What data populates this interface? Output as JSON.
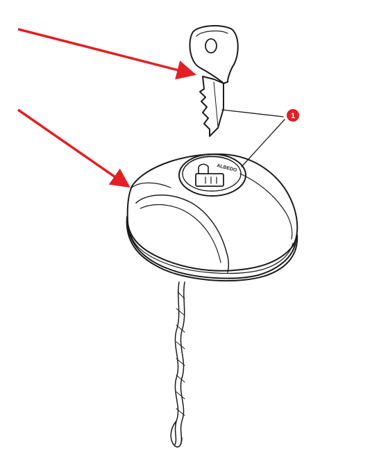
{
  "callout": {
    "number": "1",
    "color": "#e31e24"
  },
  "cap": {
    "brand_text": "ALBEDO"
  },
  "arrows": {
    "color": "#e31e24",
    "count": 2
  },
  "parts": [
    "key-icon",
    "fuel-cap-icon",
    "lanyard-chain-icon",
    "padlock-icon"
  ]
}
